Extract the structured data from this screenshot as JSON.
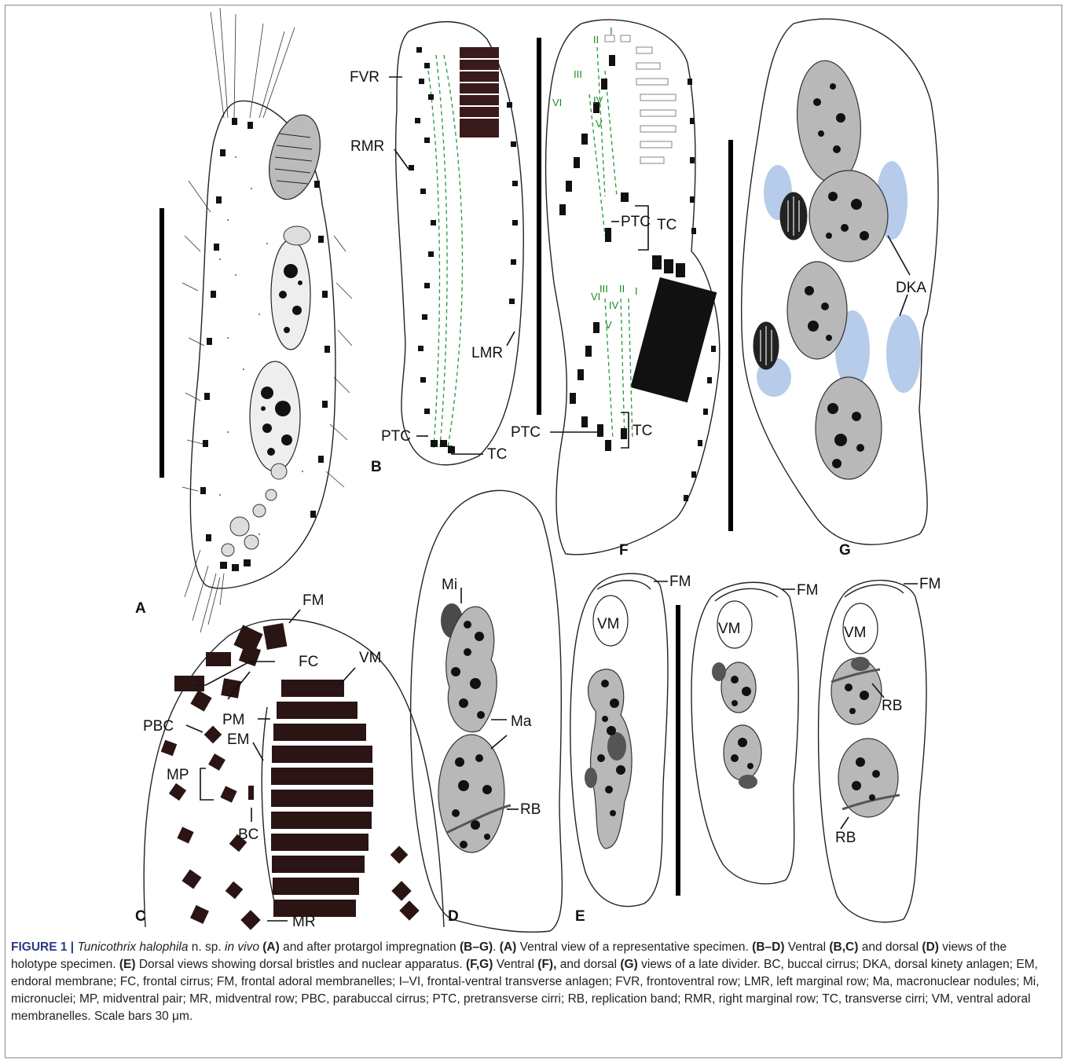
{
  "labels": {
    "panel_a": "A",
    "panel_b": "B",
    "panel_c": "C",
    "panel_d": "D",
    "panel_e": "E",
    "panel_f": "F",
    "panel_g": "G",
    "fvr": "FVR",
    "rmr": "RMR",
    "lmr": "LMR",
    "ptc": "PTC",
    "tc": "TC",
    "fm": "FM",
    "fc": "FC",
    "vm": "VM",
    "pbc": "PBC",
    "pm": "PM",
    "em": "EM",
    "mp": "MP",
    "bc": "BC",
    "mr": "MR",
    "mi": "Mi",
    "ma": "Ma",
    "rb": "RB",
    "dka": "DKA",
    "roman_i": "I",
    "roman_ii": "II",
    "roman_iii": "III",
    "roman_iv": "IV",
    "roman_v": "V",
    "roman_vi": "VI"
  },
  "caption": {
    "fig_no": "FIGURE 1 |",
    "species": "Tunicothrix halophila",
    "p1": " n. sp. ",
    "in_vivo": "in vivo",
    "s1": " (A)",
    "p2": " and after protargol impregnation ",
    "s2": "(B–G)",
    "p3": ". ",
    "s3": "(A)",
    "p4": " Ventral view of a representative specimen. ",
    "s4": "(B–D)",
    "p5": " Ventral ",
    "s5": "(B,C)",
    "p6": " and dorsal ",
    "s6": "(D)",
    "p7": " views of the holotype specimen. ",
    "s7": "(E)",
    "p8": " Dorsal views showing dorsal bristles and nuclear apparatus. ",
    "s8": "(F,G)",
    "p9": " Ventral ",
    "s9": "(F),",
    "p10": " and dorsal ",
    "s10": "(G)",
    "p11": " views of a late divider. BC, buccal cirrus; DKA, dorsal kinety anlagen; EM, endoral membrane; FC, frontal cirrus; FM, frontal adoral membranelles; I–VI, frontal-ventral transverse anlagen; FVR, frontoventral row; LMR, left marginal row; Ma, macronuclear nodules; Mi, micronuclei; MP, midventral pair; MR, midventral row; PBC, parabuccal cirrus; PTC, pretransverse cirri; RB, replication band; RMR, right marginal row; TC, transverse cirri; VM, ventral adoral membranelles. Scale bars 30 μm."
  },
  "colors": {
    "ink": "#111111",
    "anlagen_green": "#1f9a3a",
    "nucleus_gray": "#b8b8b8",
    "dka_blue": "#a9c3e6",
    "caption_figno": "#2a3a8a"
  }
}
